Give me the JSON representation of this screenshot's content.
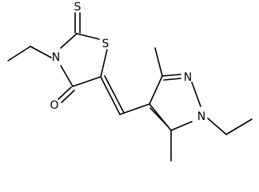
{
  "atoms": {
    "ring_n": "N",
    "ring_s": "S",
    "thione_s": "S",
    "carbonyl_o": "O",
    "pyrazole_n1": "N",
    "pyrazole_n2": "N"
  }
}
